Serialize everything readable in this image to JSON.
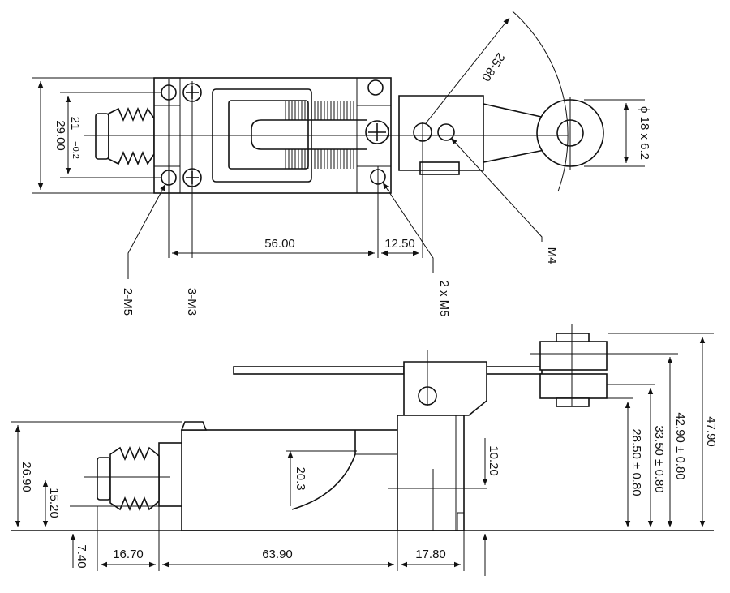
{
  "top_view": {
    "dim_height": "29.00",
    "dim_hole_pitch": "21",
    "dim_hole_pitch_tol": "+0.2",
    "dim_mount_spacing": "56.00",
    "dim_lever_offset": "12.50",
    "dim_lever_length": "25-80",
    "dim_roller": "ϕ 18 x 6.2",
    "label_m5_pair": "2-M5",
    "label_m3": "3-M3",
    "label_2xm5": "2 x M5",
    "label_m4": "M4"
  },
  "side_view": {
    "dim_total_height": "47.90",
    "dim_roller_top": "42.90 ± 0.80",
    "dim_roller_center": "33.50 ± 0.80",
    "dim_roller_bottom": "28.50 ± 0.80",
    "dim_body_height": "26.90",
    "dim_plunger_axis": "15.20",
    "dim_base_offset": "7.40",
    "dim_plunger_length": "16.70",
    "dim_body_length": "63.90",
    "dim_head_width": "17.80",
    "dim_radius": "20.3",
    "dim_head_axis": "10.20"
  }
}
